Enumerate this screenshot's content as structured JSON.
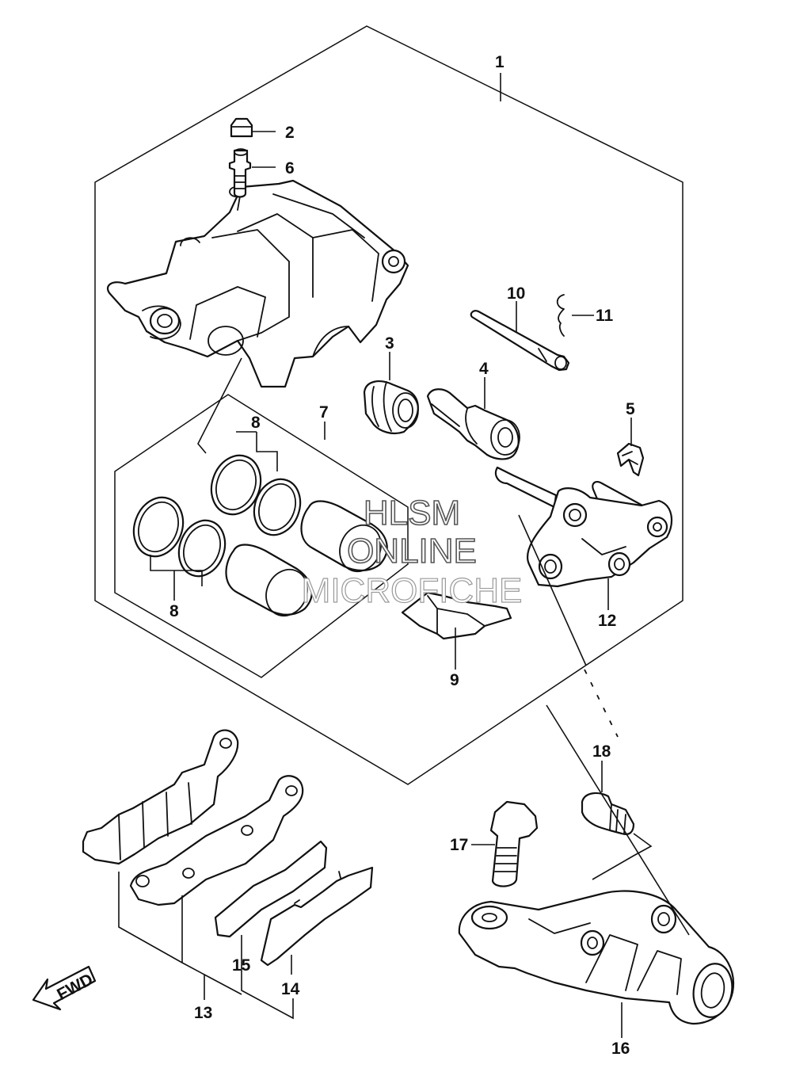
{
  "diagram": {
    "callouts": [
      "1",
      "2",
      "3",
      "4",
      "5",
      "6",
      "7",
      "8",
      "8",
      "9",
      "10",
      "11",
      "12",
      "13",
      "14",
      "15",
      "16",
      "17",
      "18"
    ],
    "watermark": {
      "line1": "HLSM",
      "line2": "ONLINE",
      "line3": "MICROFICHE"
    },
    "fwd_label": "FWD"
  }
}
